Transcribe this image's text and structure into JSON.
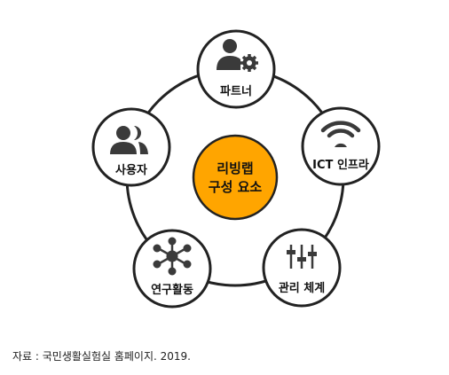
{
  "diagram": {
    "center": {
      "line1": "리빙랩",
      "line2": "구성 요소",
      "color": "#FFA500"
    },
    "nodes": {
      "partner": {
        "label": "파트너",
        "icon": "partner-settings-icon"
      },
      "ict": {
        "label": "ICT 인프라",
        "icon": "wifi-icon"
      },
      "management": {
        "label": "관리 체계",
        "icon": "sliders-icon"
      },
      "research": {
        "label": "연구활동",
        "icon": "network-hub-icon"
      },
      "users": {
        "label": "사용자",
        "icon": "users-icon"
      }
    },
    "ring_color": "#222222",
    "icon_color": "#3A3A3A"
  },
  "source": "자료 : 국민생활실험실 홈페이지. 2019."
}
